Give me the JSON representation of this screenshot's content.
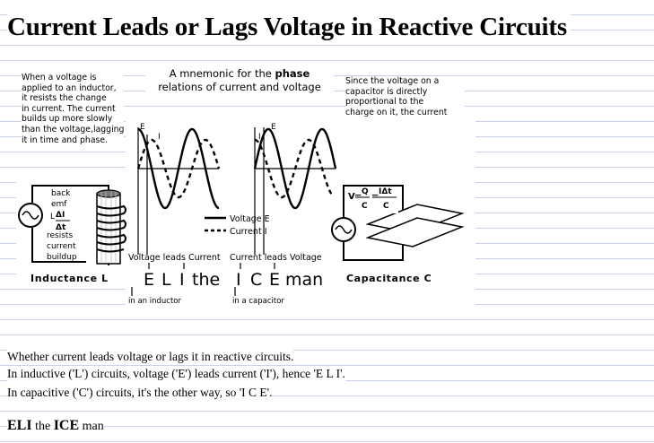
{
  "title": "Current Leads or Lags Voltage in Reactive Circuits",
  "mnemonic_heading": {
    "prefix": "A mnemonic for the ",
    "bold": "phase",
    "line2": "relations of current and voltage"
  },
  "inductor_note": "When a voltage is\napplied to an inductor,\n  it resists the change\n  in current. The current\n  builds up more slowly\n  than the voltage,lagging\n  it in time and phase.",
  "capacitor_note": "Since the voltage on a\ncapacitor is directly\nproportional to the\ncharge on it, the current\nmust lead the voltage in\ntime and phase to conduct\ncharge to the capacitor\nplates and raise the voltage.",
  "inductor_diagram": {
    "back_emf": [
      "back",
      "emf"
    ],
    "formula": {
      "l": "L",
      "num": "ΔI",
      "den": "Δt"
    },
    "resists": [
      "resists",
      "current",
      "buildup"
    ],
    "label": "Inductance  L"
  },
  "capacitor_diagram": {
    "formula": {
      "v": "V",
      "eq": "=",
      "q": "Q",
      "c": "C",
      "eq2": "=",
      "num": "IΔt",
      "den": "C"
    },
    "label": "Capacitance  C"
  },
  "waves": {
    "left_labels": [
      "E",
      "I"
    ],
    "right_labels": [
      "I",
      "E"
    ],
    "legend": [
      "Voltage  E",
      "Current  I"
    ]
  },
  "eli": {
    "voltage_leads": "Voltage leads Current",
    "current_leads": "Current leads Voltage",
    "letters": [
      "E",
      "L",
      "I",
      "the",
      "I",
      "C",
      "E",
      "man"
    ],
    "in_inductor": "in an inductor",
    "in_capacitor": "in a capacitor"
  },
  "bottom_lines": [
    "Whether current leads voltage or lags it in reactive circuits.",
    "In inductive ('L') circuits, voltage ('E') leads current ('I'), hence 'E L I'.",
    "In capacitive ('C') circuits, it's the other way, so 'I C E'."
  ],
  "footer": {
    "bold1": "ELI",
    "mid": " the ",
    "bold2": "ICE",
    "end": " man"
  }
}
